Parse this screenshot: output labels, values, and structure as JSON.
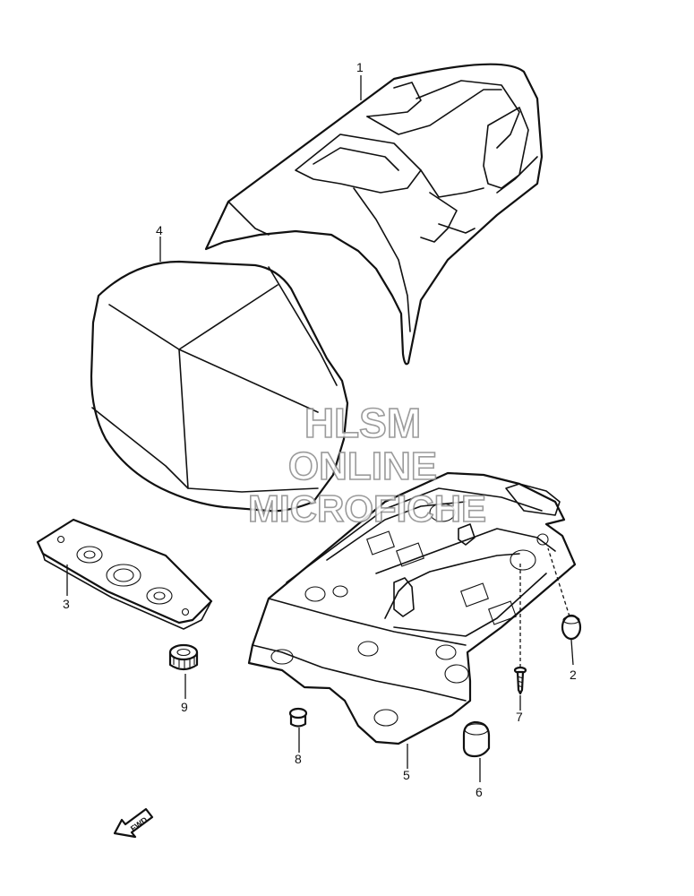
{
  "diagram": {
    "callouts": [
      {
        "id": "1",
        "label": "1"
      },
      {
        "id": "2",
        "label": "2"
      },
      {
        "id": "3",
        "label": "3"
      },
      {
        "id": "4",
        "label": "4"
      },
      {
        "id": "5",
        "label": "5"
      },
      {
        "id": "6",
        "label": "6"
      },
      {
        "id": "7",
        "label": "7"
      },
      {
        "id": "8",
        "label": "8"
      },
      {
        "id": "9",
        "label": "9"
      }
    ],
    "fwd_label": "FWD",
    "watermark": {
      "line1": "HLSM",
      "line2": "ONLINE",
      "line3": "MICROFICHE"
    }
  }
}
